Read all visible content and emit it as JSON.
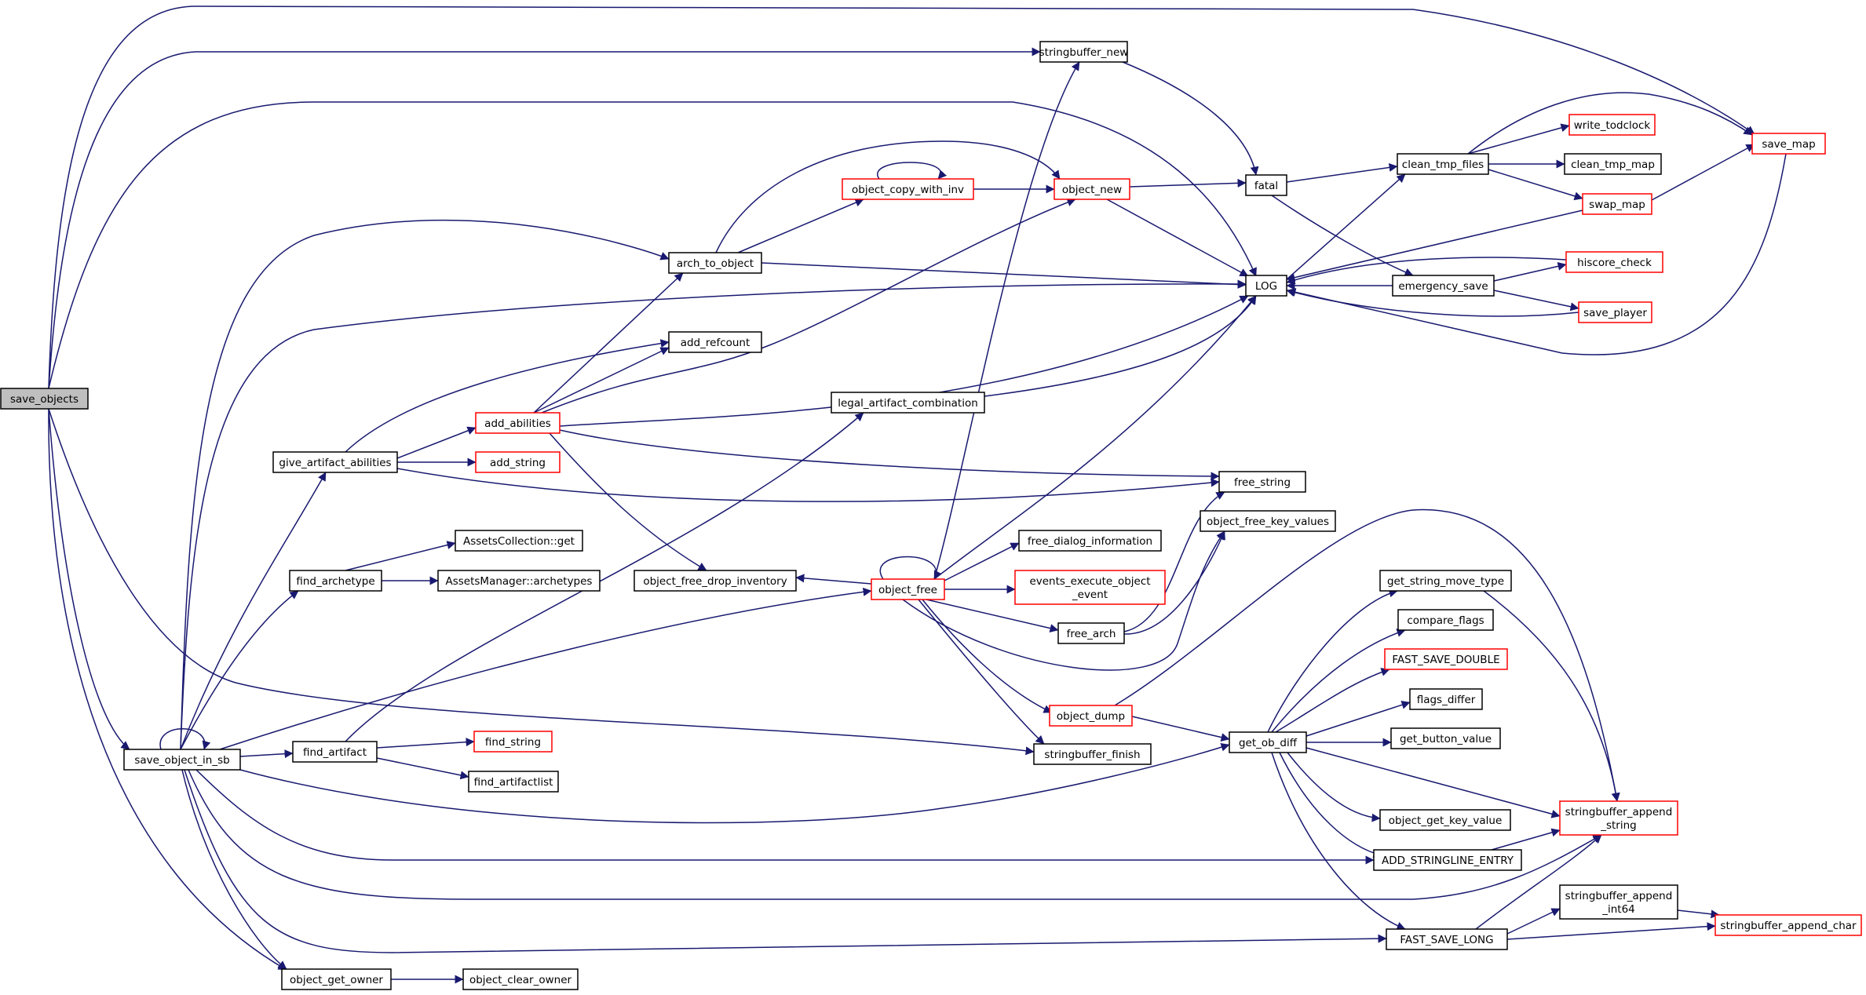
{
  "graph": {
    "root": "save_objects",
    "colors": {
      "edge": "#191970",
      "node_border_normal": "#000000",
      "node_border_truncated": "#ff0000",
      "root_fill": "#bfbfbf"
    },
    "nodes": [
      {
        "id": "save_objects",
        "lines": [
          "save_objects"
        ],
        "style": "root"
      },
      {
        "id": "stringbuffer_new",
        "lines": [
          "stringbuffer_new"
        ],
        "style": "normal"
      },
      {
        "id": "object_copy_with_inv",
        "lines": [
          "object_copy_with_inv"
        ],
        "style": "truncated"
      },
      {
        "id": "object_new",
        "lines": [
          "object_new"
        ],
        "style": "truncated"
      },
      {
        "id": "fatal",
        "lines": [
          "fatal"
        ],
        "style": "normal"
      },
      {
        "id": "clean_tmp_files",
        "lines": [
          "clean_tmp_files"
        ],
        "style": "normal"
      },
      {
        "id": "write_todclock",
        "lines": [
          "write_todclock"
        ],
        "style": "truncated"
      },
      {
        "id": "save_map",
        "lines": [
          "save_map"
        ],
        "style": "truncated"
      },
      {
        "id": "clean_tmp_map",
        "lines": [
          "clean_tmp_map"
        ],
        "style": "normal"
      },
      {
        "id": "swap_map",
        "lines": [
          "swap_map"
        ],
        "style": "truncated"
      },
      {
        "id": "arch_to_object",
        "lines": [
          "arch_to_object"
        ],
        "style": "normal"
      },
      {
        "id": "LOG",
        "lines": [
          "LOG"
        ],
        "style": "normal"
      },
      {
        "id": "emergency_save",
        "lines": [
          "emergency_save"
        ],
        "style": "normal"
      },
      {
        "id": "hiscore_check",
        "lines": [
          "hiscore_check"
        ],
        "style": "truncated"
      },
      {
        "id": "save_player",
        "lines": [
          "save_player"
        ],
        "style": "truncated"
      },
      {
        "id": "add_refcount",
        "lines": [
          "add_refcount"
        ],
        "style": "normal"
      },
      {
        "id": "legal_artifact_combination",
        "lines": [
          "legal_artifact_combination"
        ],
        "style": "normal"
      },
      {
        "id": "add_abilities",
        "lines": [
          "add_abilities"
        ],
        "style": "truncated"
      },
      {
        "id": "give_artifact_abilities",
        "lines": [
          "give_artifact_abilities"
        ],
        "style": "normal"
      },
      {
        "id": "add_string",
        "lines": [
          "add_string"
        ],
        "style": "truncated"
      },
      {
        "id": "free_string",
        "lines": [
          "free_string"
        ],
        "style": "normal"
      },
      {
        "id": "object_free_key_values",
        "lines": [
          "object_free_key_values"
        ],
        "style": "normal"
      },
      {
        "id": "AssetsCollection_get",
        "lines": [
          "AssetsCollection::get"
        ],
        "style": "normal"
      },
      {
        "id": "free_dialog_information",
        "lines": [
          "free_dialog_information"
        ],
        "style": "normal"
      },
      {
        "id": "find_archetype",
        "lines": [
          "find_archetype"
        ],
        "style": "normal"
      },
      {
        "id": "AssetsManager_archetypes",
        "lines": [
          "AssetsManager::archetypes"
        ],
        "style": "normal"
      },
      {
        "id": "object_free_drop_inventory",
        "lines": [
          "object_free_drop_inventory"
        ],
        "style": "normal"
      },
      {
        "id": "object_free",
        "lines": [
          "object_free"
        ],
        "style": "truncated"
      },
      {
        "id": "events_execute_object_event",
        "lines": [
          "events_execute_object",
          "_event"
        ],
        "style": "truncated"
      },
      {
        "id": "get_string_move_type",
        "lines": [
          "get_string_move_type"
        ],
        "style": "normal"
      },
      {
        "id": "free_arch",
        "lines": [
          "free_arch"
        ],
        "style": "normal"
      },
      {
        "id": "compare_flags",
        "lines": [
          "compare_flags"
        ],
        "style": "normal"
      },
      {
        "id": "FAST_SAVE_DOUBLE",
        "lines": [
          "FAST_SAVE_DOUBLE"
        ],
        "style": "truncated"
      },
      {
        "id": "object_dump",
        "lines": [
          "object_dump"
        ],
        "style": "truncated"
      },
      {
        "id": "flags_differ",
        "lines": [
          "flags_differ"
        ],
        "style": "normal"
      },
      {
        "id": "save_object_in_sb",
        "lines": [
          "save_object_in_sb"
        ],
        "style": "normal"
      },
      {
        "id": "find_artifact",
        "lines": [
          "find_artifact"
        ],
        "style": "normal"
      },
      {
        "id": "find_string",
        "lines": [
          "find_string"
        ],
        "style": "truncated"
      },
      {
        "id": "stringbuffer_finish",
        "lines": [
          "stringbuffer_finish"
        ],
        "style": "normal"
      },
      {
        "id": "get_ob_diff",
        "lines": [
          "get_ob_diff"
        ],
        "style": "normal"
      },
      {
        "id": "get_button_value",
        "lines": [
          "get_button_value"
        ],
        "style": "normal"
      },
      {
        "id": "find_artifactlist",
        "lines": [
          "find_artifactlist"
        ],
        "style": "normal"
      },
      {
        "id": "object_get_key_value",
        "lines": [
          "object_get_key_value"
        ],
        "style": "normal"
      },
      {
        "id": "stringbuffer_append_string",
        "lines": [
          "stringbuffer_append",
          "_string"
        ],
        "style": "truncated"
      },
      {
        "id": "ADD_STRINGLINE_ENTRY",
        "lines": [
          "ADD_STRINGLINE_ENTRY"
        ],
        "style": "normal"
      },
      {
        "id": "stringbuffer_append_int64",
        "lines": [
          "stringbuffer_append",
          "_int64"
        ],
        "style": "normal"
      },
      {
        "id": "stringbuffer_append_char",
        "lines": [
          "stringbuffer_append_char"
        ],
        "style": "truncated"
      },
      {
        "id": "FAST_SAVE_LONG",
        "lines": [
          "FAST_SAVE_LONG"
        ],
        "style": "normal"
      },
      {
        "id": "object_get_owner",
        "lines": [
          "object_get_owner"
        ],
        "style": "normal"
      },
      {
        "id": "object_clear_owner",
        "lines": [
          "object_clear_owner"
        ],
        "style": "normal"
      }
    ],
    "edges": [
      [
        "save_objects",
        "stringbuffer_new"
      ],
      [
        "save_objects",
        "save_map"
      ],
      [
        "save_objects",
        "LOG"
      ],
      [
        "save_objects",
        "stringbuffer_finish"
      ],
      [
        "save_objects",
        "save_object_in_sb"
      ],
      [
        "save_objects",
        "object_get_owner"
      ],
      [
        "stringbuffer_new",
        "fatal"
      ],
      [
        "object_copy_with_inv",
        "object_copy_with_inv"
      ],
      [
        "object_copy_with_inv",
        "object_new"
      ],
      [
        "object_new",
        "fatal"
      ],
      [
        "object_new",
        "LOG"
      ],
      [
        "fatal",
        "clean_tmp_files"
      ],
      [
        "fatal",
        "emergency_save"
      ],
      [
        "clean_tmp_files",
        "write_todclock"
      ],
      [
        "clean_tmp_files",
        "save_map"
      ],
      [
        "clean_tmp_files",
        "clean_tmp_map"
      ],
      [
        "clean_tmp_files",
        "swap_map"
      ],
      [
        "save_map",
        "LOG"
      ],
      [
        "swap_map",
        "save_map"
      ],
      [
        "swap_map",
        "LOG"
      ],
      [
        "arch_to_object",
        "object_copy_with_inv"
      ],
      [
        "arch_to_object",
        "object_new"
      ],
      [
        "arch_to_object",
        "LOG"
      ],
      [
        "LOG",
        "clean_tmp_files"
      ],
      [
        "emergency_save",
        "LOG"
      ],
      [
        "emergency_save",
        "hiscore_check"
      ],
      [
        "emergency_save",
        "save_player"
      ],
      [
        "hiscore_check",
        "LOG"
      ],
      [
        "save_player",
        "LOG"
      ],
      [
        "legal_artifact_combination",
        "LOG"
      ],
      [
        "add_abilities",
        "arch_to_object"
      ],
      [
        "add_abilities",
        "add_refcount"
      ],
      [
        "add_abilities",
        "object_new"
      ],
      [
        "add_abilities",
        "LOG"
      ],
      [
        "add_abilities",
        "free_string"
      ],
      [
        "add_abilities",
        "object_free_drop_inventory"
      ],
      [
        "give_artifact_abilities",
        "add_refcount"
      ],
      [
        "give_artifact_abilities",
        "add_abilities"
      ],
      [
        "give_artifact_abilities",
        "add_string"
      ],
      [
        "give_artifact_abilities",
        "free_string"
      ],
      [
        "find_archetype",
        "AssetsCollection_get"
      ],
      [
        "find_archetype",
        "AssetsManager_archetypes"
      ],
      [
        "object_free",
        "stringbuffer_new"
      ],
      [
        "object_free",
        "LOG"
      ],
      [
        "object_free",
        "object_free"
      ],
      [
        "object_free",
        "object_free_drop_inventory"
      ],
      [
        "object_free",
        "free_dialog_information"
      ],
      [
        "object_free",
        "events_execute_object_event"
      ],
      [
        "object_free",
        "free_arch"
      ],
      [
        "object_free",
        "object_free_key_values"
      ],
      [
        "object_free",
        "object_dump"
      ],
      [
        "object_free",
        "stringbuffer_finish"
      ],
      [
        "free_arch",
        "free_string"
      ],
      [
        "free_arch",
        "object_free_key_values"
      ],
      [
        "object_dump",
        "stringbuffer_append_string"
      ],
      [
        "object_dump",
        "get_ob_diff"
      ],
      [
        "get_string_move_type",
        "stringbuffer_append_string"
      ],
      [
        "get_ob_diff",
        "get_string_move_type"
      ],
      [
        "get_ob_diff",
        "compare_flags"
      ],
      [
        "get_ob_diff",
        "FAST_SAVE_DOUBLE"
      ],
      [
        "get_ob_diff",
        "flags_differ"
      ],
      [
        "get_ob_diff",
        "get_button_value"
      ],
      [
        "get_ob_diff",
        "object_get_key_value"
      ],
      [
        "get_ob_diff",
        "stringbuffer_append_string"
      ],
      [
        "get_ob_diff",
        "ADD_STRINGLINE_ENTRY"
      ],
      [
        "get_ob_diff",
        "FAST_SAVE_LONG"
      ],
      [
        "save_object_in_sb",
        "save_object_in_sb"
      ],
      [
        "save_object_in_sb",
        "arch_to_object"
      ],
      [
        "save_object_in_sb",
        "LOG"
      ],
      [
        "save_object_in_sb",
        "give_artifact_abilities"
      ],
      [
        "save_object_in_sb",
        "find_archetype"
      ],
      [
        "save_object_in_sb",
        "object_free"
      ],
      [
        "save_object_in_sb",
        "find_artifact"
      ],
      [
        "save_object_in_sb",
        "get_ob_diff"
      ],
      [
        "save_object_in_sb",
        "ADD_STRINGLINE_ENTRY"
      ],
      [
        "save_object_in_sb",
        "stringbuffer_append_string"
      ],
      [
        "save_object_in_sb",
        "FAST_SAVE_LONG"
      ],
      [
        "save_object_in_sb",
        "object_get_owner"
      ],
      [
        "find_artifact",
        "legal_artifact_combination"
      ],
      [
        "find_artifact",
        "find_string"
      ],
      [
        "find_artifact",
        "find_artifactlist"
      ],
      [
        "ADD_STRINGLINE_ENTRY",
        "stringbuffer_append_string"
      ],
      [
        "FAST_SAVE_LONG",
        "stringbuffer_append_string"
      ],
      [
        "FAST_SAVE_LONG",
        "stringbuffer_append_int64"
      ],
      [
        "FAST_SAVE_LONG",
        "stringbuffer_append_char"
      ],
      [
        "stringbuffer_append_int64",
        "stringbuffer_append_char"
      ],
      [
        "object_get_owner",
        "object_clear_owner"
      ]
    ]
  }
}
